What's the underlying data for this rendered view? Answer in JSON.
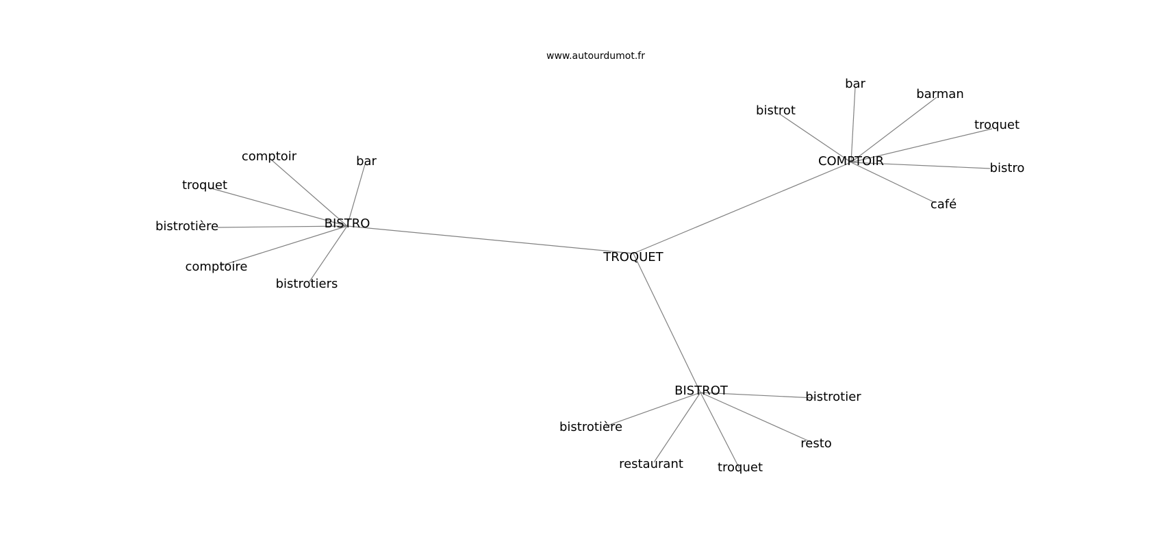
{
  "watermark": "www.autourdumot.fr",
  "graph": {
    "center": "TROQUET",
    "hubs": [
      {
        "id": "bistro",
        "label": "BISTRO",
        "leaves": [
          "comptoir",
          "bar",
          "troquet",
          "bistrotière",
          "comptoire",
          "bistrotiers"
        ]
      },
      {
        "id": "comptoir",
        "label": "COMPTOIR",
        "leaves": [
          "bar",
          "barman",
          "bistrot",
          "troquet",
          "bistro",
          "café"
        ]
      },
      {
        "id": "bistrot",
        "label": "BISTROT",
        "leaves": [
          "bistrotier",
          "bistrotière",
          "resto",
          "restaurant",
          "troquet"
        ]
      }
    ]
  }
}
